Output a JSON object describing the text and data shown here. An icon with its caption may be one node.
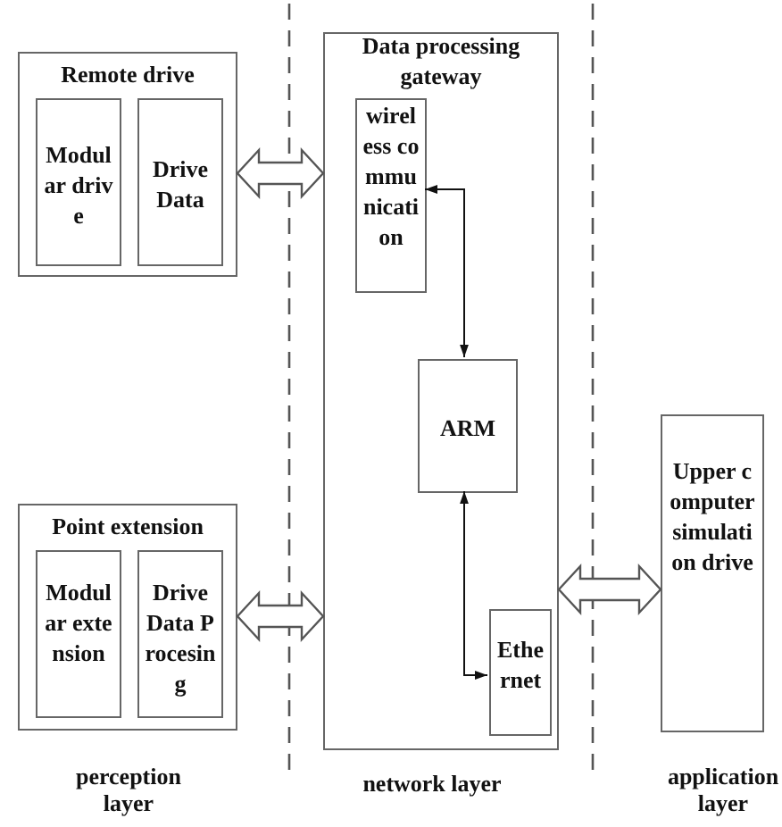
{
  "diagram": {
    "nodes": [
      {
        "text": [
          "Remote drive"
        ]
      },
      {
        "text": [
          "Modular drive"
        ],
        "in": 0
      },
      {
        "text": [
          "Drive Data"
        ],
        "in": 0
      },
      {
        "text": [
          "Data processing gateway"
        ]
      },
      {
        "text": [
          "wireless communication"
        ],
        "in": 3
      },
      {
        "text": [
          "ARM"
        ],
        "in": 3
      },
      {
        "text": [
          "Ethernet"
        ],
        "in": 3
      },
      {
        "text": [
          "Point extension"
        ]
      },
      {
        "text": [
          "Modular extension"
        ],
        "in": 7
      },
      {
        "text": [
          "Drive Data Procesing"
        ],
        "in": 7
      },
      {
        "text": [
          "Upper computer simulation drive"
        ]
      }
    ],
    "edges": [
      {
        "from": 0,
        "to": 3,
        "arrow": "both",
        "style": "thick"
      },
      {
        "from": 7,
        "to": 3,
        "arrow": "both",
        "style": "thick"
      },
      {
        "from": 3,
        "to": 10,
        "arrow": "both",
        "style": "thick"
      },
      {
        "from": 4,
        "to": 5,
        "arrow": "both"
      },
      {
        "from": 5,
        "to": 6,
        "arrow": "both"
      }
    ],
    "labels": [
      "perception layer",
      "network layer",
      "application layer"
    ]
  }
}
